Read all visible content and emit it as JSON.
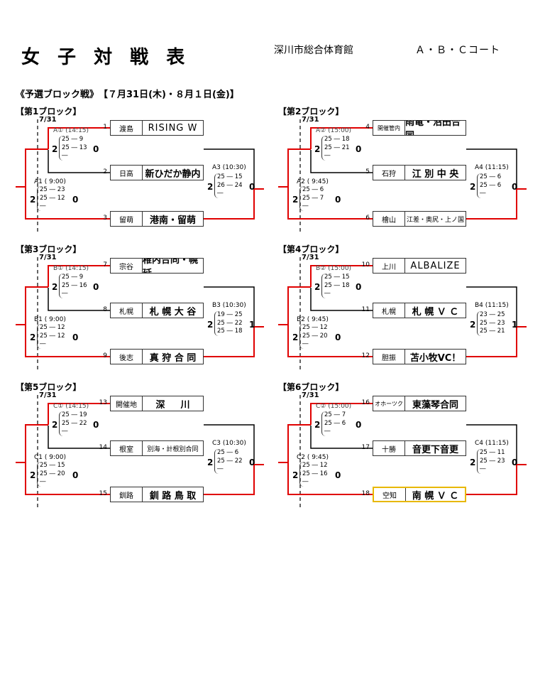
{
  "header": {
    "title": "女 子 対 戦 表",
    "venue": "深川市総合体育館",
    "courts": "Ａ・Ｂ・Ｃコート"
  },
  "section": "《予選ブロック戦》　【７月31日(木)・８月１日(金)】",
  "colors": {
    "win_line": "#e00000",
    "lose_line": "#000000",
    "highlight": "#e8b800"
  },
  "blocks": [
    {
      "label": "【第1ブロック】",
      "date": "7/31",
      "teams": [
        {
          "num": "1",
          "region": "渡島",
          "name": "RISING W"
        },
        {
          "num": "2",
          "region": "日高",
          "name": "新ひだか静内"
        },
        {
          "num": "3",
          "region": "留萌",
          "name": "港南・留萌"
        }
      ],
      "match1": {
        "label": "A① (14:15)",
        "left": "2",
        "right": "0",
        "sets": [
          "25 ― 9",
          "25 ― 13",
          "―"
        ]
      },
      "match2": {
        "label": "A1 ( 9:00)",
        "left": "2",
        "right": "0",
        "sets": [
          "25 ― 23",
          "25 ― 12",
          "―"
        ]
      },
      "match3": {
        "label": "A3 (10:30)",
        "left": "2",
        "right": "0",
        "sets": [
          "25 ― 15",
          "26 ― 24",
          "―"
        ]
      }
    },
    {
      "label": "【第2ブロック】",
      "date": "7/31",
      "teams": [
        {
          "num": "4",
          "region": "開催管内",
          "name": "雨竜・沼田合同"
        },
        {
          "num": "5",
          "region": "石狩",
          "name": "江 別 中 央"
        },
        {
          "num": "6",
          "region": "檜山",
          "name": "江差・奥尻・上ノ国"
        }
      ],
      "match1": {
        "label": "A② (15:00)",
        "left": "2",
        "right": "0",
        "sets": [
          "25 ― 18",
          "25 ― 21",
          "―"
        ]
      },
      "match2": {
        "label": "A2 ( 9:45)",
        "left": "2",
        "right": "0",
        "sets": [
          "25 ― 6",
          "25 ― 7",
          "―"
        ]
      },
      "match3": {
        "label": "A4 (11:15)",
        "left": "2",
        "right": "0",
        "sets": [
          "25 ― 6",
          "25 ― 6",
          "―"
        ]
      }
    },
    {
      "label": "【第3ブロック】",
      "date": "7/31",
      "teams": [
        {
          "num": "7",
          "region": "宗谷",
          "name": "稚内合同・幌延"
        },
        {
          "num": "8",
          "region": "札幌",
          "name": "札 幌 大 谷"
        },
        {
          "num": "9",
          "region": "後志",
          "name": "真 狩 合 同"
        }
      ],
      "match1": {
        "label": "B① (14:15)",
        "left": "2",
        "right": "0",
        "sets": [
          "25 ― 9",
          "25 ― 16",
          "―"
        ]
      },
      "match2": {
        "label": "B1 ( 9:00)",
        "left": "2",
        "right": "0",
        "sets": [
          "25 ― 12",
          "25 ― 12",
          "―"
        ]
      },
      "match3": {
        "label": "B3 (10:30)",
        "left": "2",
        "right": "1",
        "sets": [
          "19 ― 25",
          "25 ― 22",
          "25 ― 18"
        ]
      }
    },
    {
      "label": "【第4ブロック】",
      "date": "7/31",
      "teams": [
        {
          "num": "10",
          "region": "上川",
          "name": "ALBALIZE"
        },
        {
          "num": "11",
          "region": "札幌",
          "name": "札 幌 Ｖ Ｃ"
        },
        {
          "num": "12",
          "region": "胆振",
          "name": "苫小牧VC！"
        }
      ],
      "match1": {
        "label": "B② (15:00)",
        "left": "2",
        "right": "0",
        "sets": [
          "25 ― 15",
          "25 ― 18",
          "―"
        ]
      },
      "match2": {
        "label": "B2 ( 9:45)",
        "left": "2",
        "right": "0",
        "sets": [
          "25 ― 12",
          "25 ― 20",
          "―"
        ]
      },
      "match3": {
        "label": "B4 (11:15)",
        "left": "2",
        "right": "1",
        "sets": [
          "23 ― 25",
          "25 ― 23",
          "25 ― 21"
        ]
      }
    },
    {
      "label": "【第5ブロック】",
      "date": "7/31",
      "teams": [
        {
          "num": "13",
          "region": "開催地",
          "name": "深 　 川"
        },
        {
          "num": "14",
          "region": "根室",
          "name": "別海・計根別合同"
        },
        {
          "num": "15",
          "region": "釧路",
          "name": "釧 路 鳥 取"
        }
      ],
      "match1": {
        "label": "C① (14:15)",
        "left": "2",
        "right": "0",
        "sets": [
          "25 ― 19",
          "25 ― 22",
          "―"
        ]
      },
      "match2": {
        "label": "C1 ( 9:00)",
        "left": "2",
        "right": "0",
        "sets": [
          "25 ― 15",
          "25 ― 20",
          "―"
        ]
      },
      "match3": {
        "label": "C3 (10:30)",
        "left": "2",
        "right": "0",
        "sets": [
          "25 ― 6",
          "25 ― 22",
          "―"
        ]
      }
    },
    {
      "label": "【第6ブロック】",
      "date": "7/31",
      "teams": [
        {
          "num": "16",
          "region": "オホーツク",
          "name": "東藻琴合同"
        },
        {
          "num": "17",
          "region": "十勝",
          "name": "音更下音更"
        },
        {
          "num": "18",
          "region": "空知",
          "name": "南 幌 Ｖ Ｃ"
        }
      ],
      "match1": {
        "label": "C② (15:00)",
        "left": "2",
        "right": "0",
        "sets": [
          "25 ― 7",
          "25 ― 6",
          "―"
        ]
      },
      "match2": {
        "label": "C2 ( 9:45)",
        "left": "2",
        "right": "0",
        "sets": [
          "25 ― 12",
          "25 ― 16",
          "―"
        ]
      },
      "match3": {
        "label": "C4 (11:15)",
        "left": "2",
        "right": "0",
        "sets": [
          "25 ― 11",
          "25 ― 23",
          "―"
        ]
      }
    }
  ]
}
